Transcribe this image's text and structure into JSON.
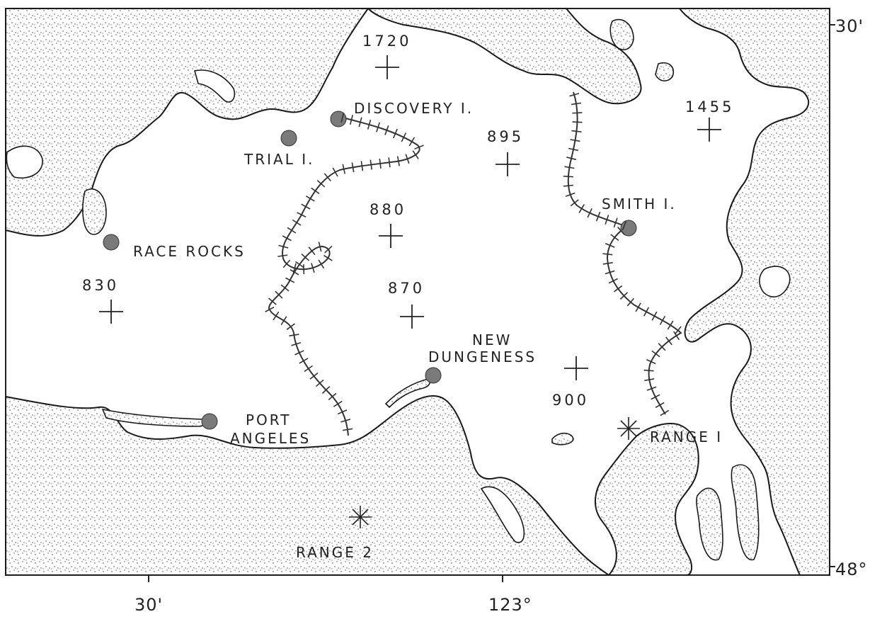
{
  "map": {
    "places": {
      "discovery": "DISCOVERY I.",
      "trial": "TRIAL I.",
      "race_rocks": "RACE ROCKS",
      "smith": "SMITH I.",
      "new_dungeness_line1": "NEW",
      "new_dungeness_line2": "DUNGENESS",
      "port_angeles_line1": "PORT",
      "port_angeles_line2": "ANGELES",
      "range1": "RANGE I",
      "range2": "RANGE 2"
    },
    "depths": {
      "d1720": "1720",
      "d1455": "1455",
      "d895": "895",
      "d880": "880",
      "d870": "870",
      "d830": "830",
      "d900": "900"
    },
    "axes": {
      "right_top": "30'",
      "right_bottom": "48°",
      "bottom_left": "30'",
      "bottom_mid": "123°"
    }
  }
}
